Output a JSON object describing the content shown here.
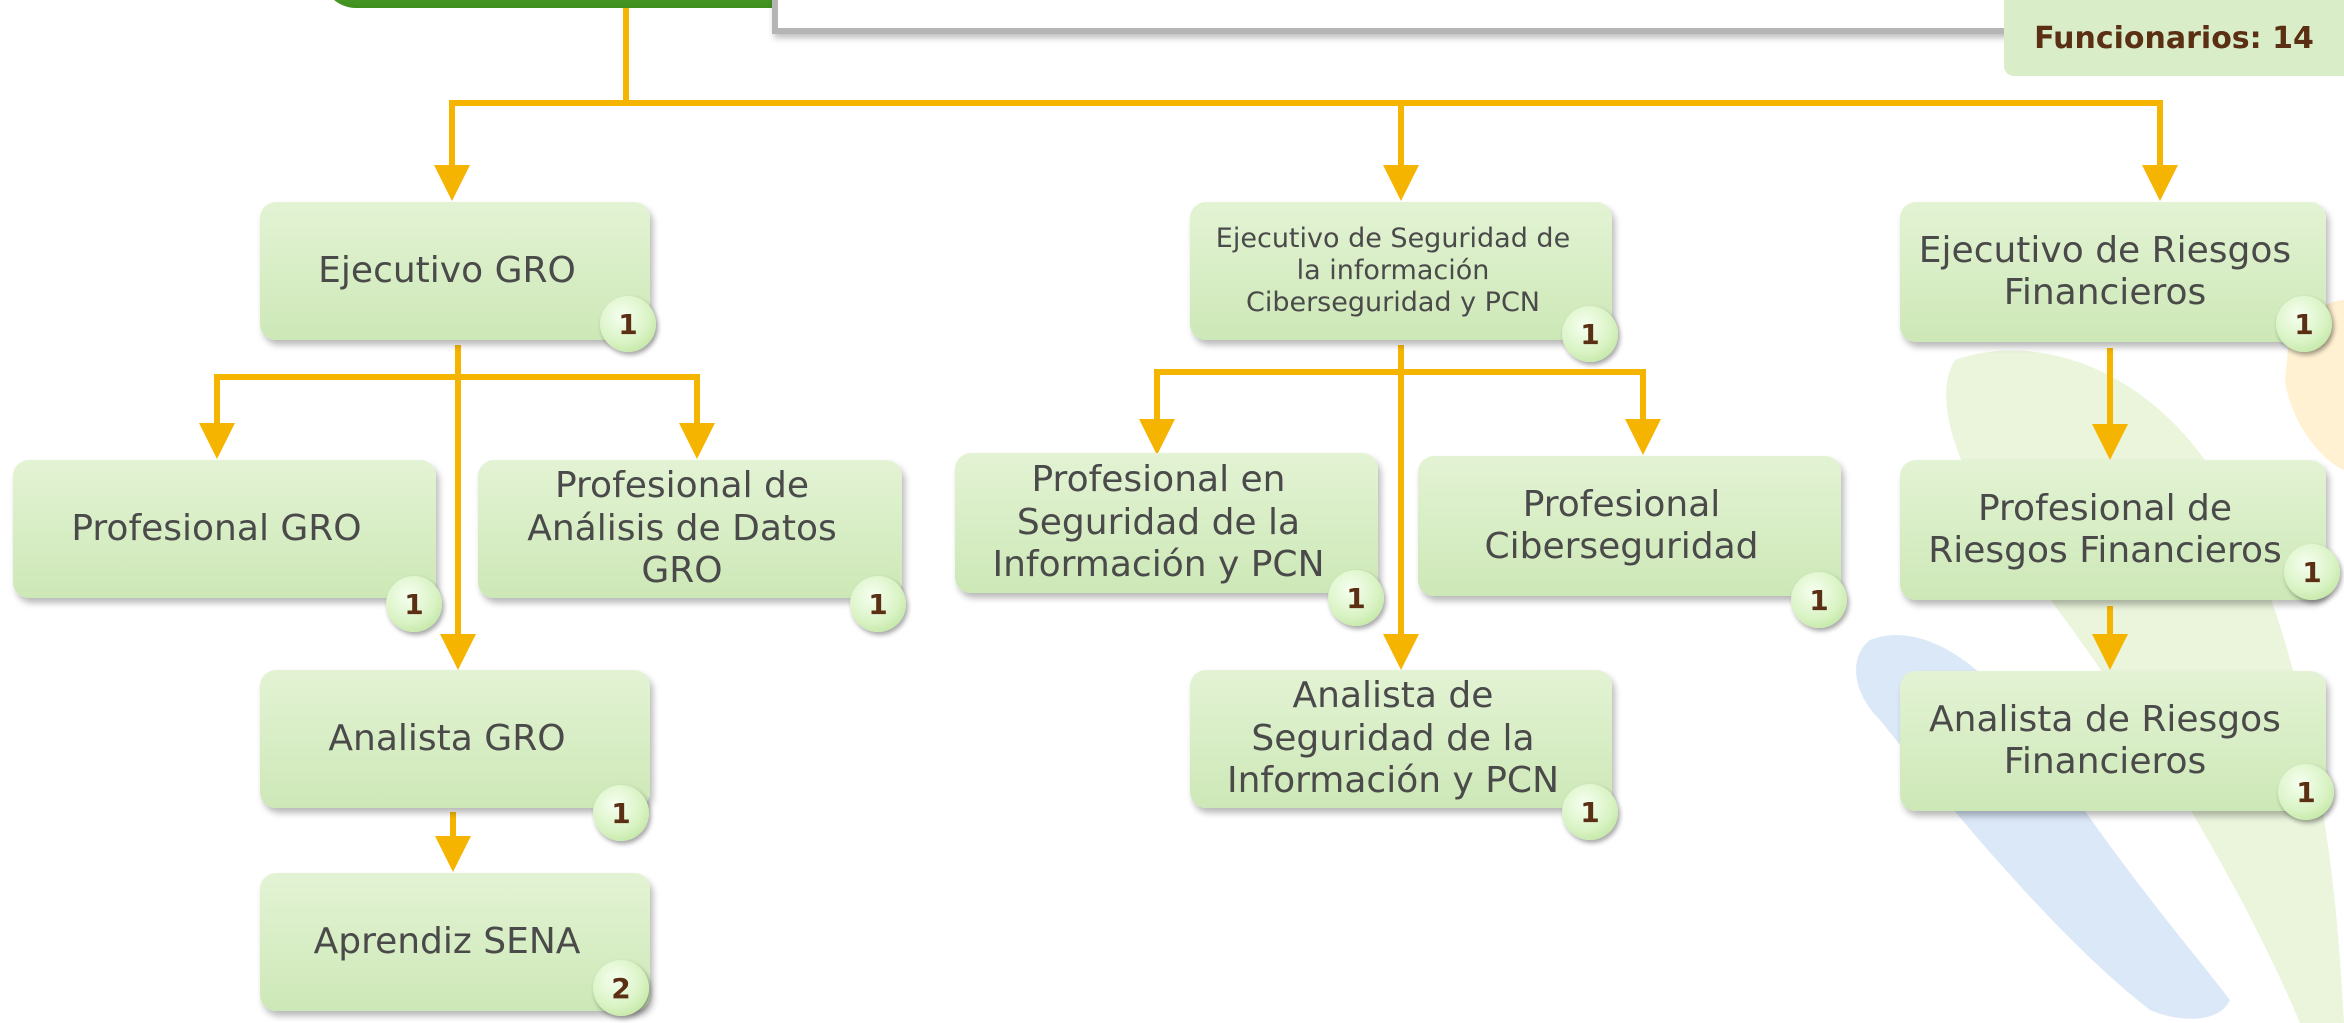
{
  "header": {
    "count_label": "Funcionarios: 14"
  },
  "colors": {
    "connector": "#f5b400",
    "node_fill": "#d5ebc2",
    "badge_text": "#5a2f14",
    "header_green": "#4fa12c"
  },
  "nodes": [
    {
      "id": "ejecutivo-gro",
      "title": "Ejecutivo GRO",
      "count": "1"
    },
    {
      "id": "profesional-gro",
      "title": "Profesional GRO",
      "count": "1"
    },
    {
      "id": "profesional-analisis-datos-gro",
      "title": "Profesional de Análisis de Datos GRO",
      "count": "1"
    },
    {
      "id": "analista-gro",
      "title": "Analista GRO",
      "count": "1"
    },
    {
      "id": "aprendiz-sena",
      "title": "Aprendiz SENA",
      "count": "2"
    },
    {
      "id": "ejecutivo-seguridad",
      "title": "Ejecutivo de Seguridad de la información Ciberseguridad y PCN",
      "count": "1"
    },
    {
      "id": "profesional-seguridad",
      "title": "Profesional en Seguridad de la Información y PCN",
      "count": "1"
    },
    {
      "id": "profesional-ciberseguridad",
      "title": "Profesional Ciberseguridad",
      "count": "1"
    },
    {
      "id": "analista-seguridad",
      "title": "Analista de Seguridad de la Información y PCN",
      "count": "1"
    },
    {
      "id": "ejecutivo-riesgos-financieros",
      "title": "Ejecutivo de Riesgos Financieros",
      "count": "1"
    },
    {
      "id": "profesional-riesgos-financieros",
      "title": "Profesional de Riesgos Financieros",
      "count": "1"
    },
    {
      "id": "analista-riesgos-financieros",
      "title": "Analista de Riesgos Financieros",
      "count": "1"
    }
  ]
}
